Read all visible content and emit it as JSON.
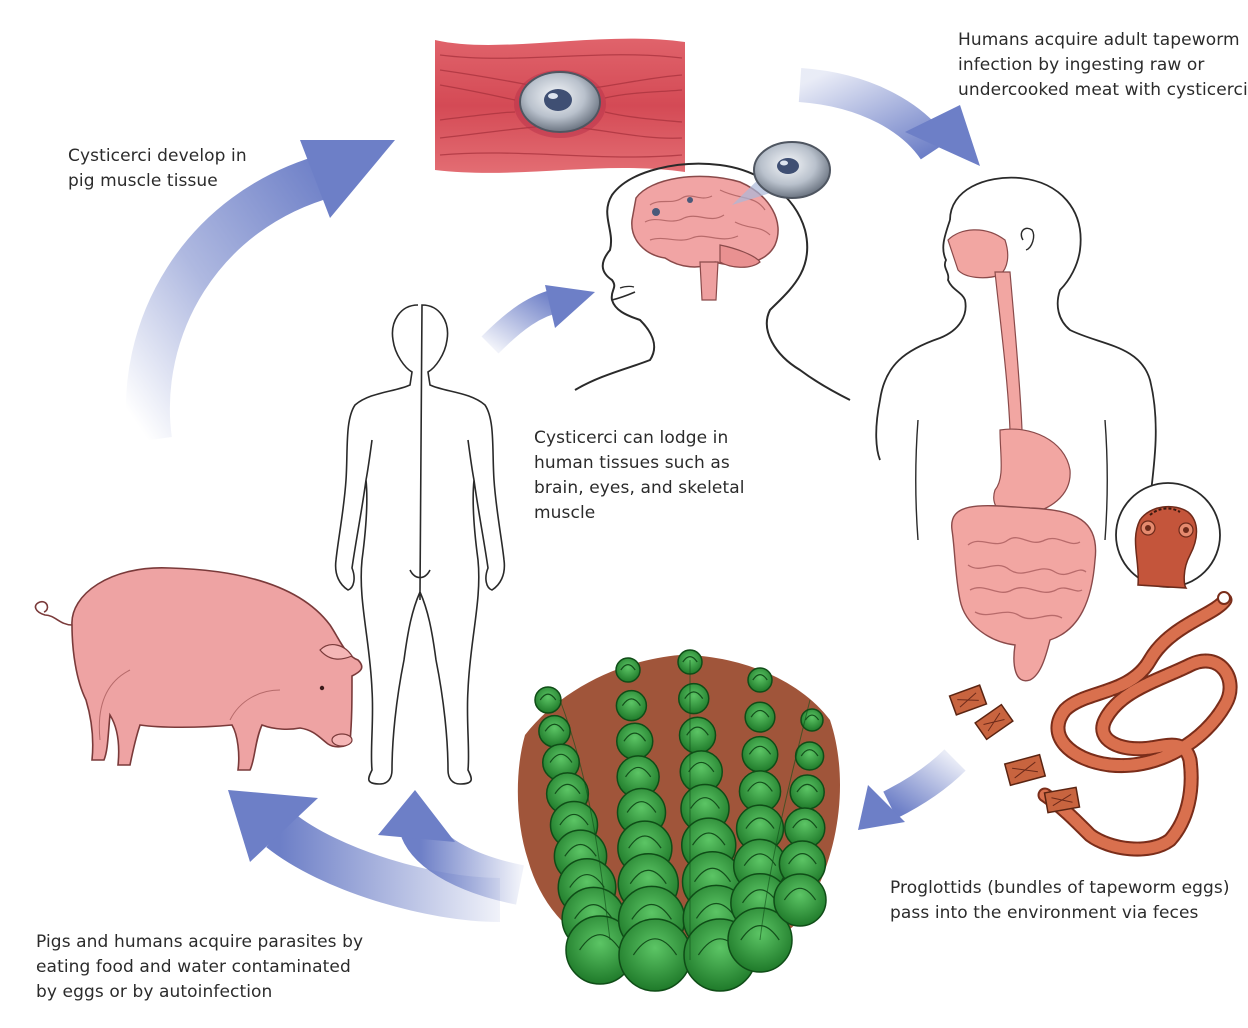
{
  "captions": {
    "muscle": [
      "Cysticerci develop in",
      "pig muscle tissue"
    ],
    "ingest": [
      "Humans acquire adult tapeworm",
      "infection by ingesting raw or",
      "undercooked meat with cysticerci"
    ],
    "lodge": [
      "Cysticerci can lodge in",
      "human tissues such as",
      "brain, eyes, and skeletal",
      "muscle"
    ],
    "feces": [
      "Proglottids (bundles of tapeworm eggs)",
      "pass into the environment via feces"
    ],
    "eggs": [
      "Pigs and humans acquire parasites by",
      "eating food and water contaminated",
      "by eggs or by autoinfection"
    ]
  },
  "colors": {
    "arrow": "#6d7fc7",
    "muscle": "#d9505a",
    "brain": "#f1a4a4",
    "pig": "#eea3a3",
    "gut": "#f2a6a2",
    "tapeworm": "#d9704e",
    "cabbage": "#2f9a3c",
    "soil": "#a0553a",
    "cyst": "#8f9aa8"
  },
  "icons": [
    "muscle-cyst-icon",
    "brain-head-icon",
    "human-figure-icon",
    "digestive-human-icon",
    "scolex-icon",
    "tapeworm-icon",
    "cabbage-field-icon",
    "pig-icon"
  ]
}
